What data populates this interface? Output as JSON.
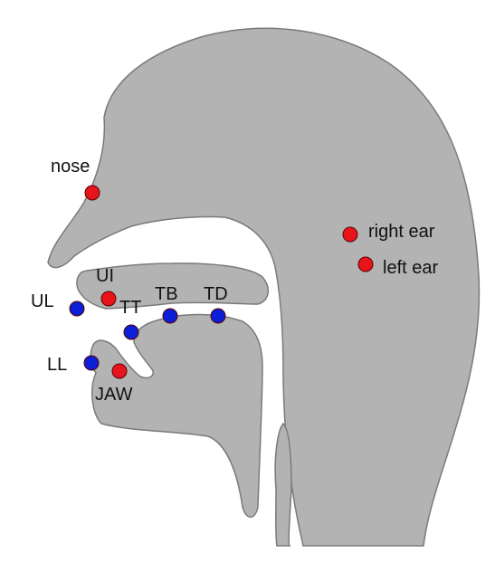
{
  "colors": {
    "tissue": "#b3b3b3",
    "outline": "#7a7a7a",
    "reference_sensor": "#e8141b",
    "articulator_sensor": "#0a1fd6",
    "sensor_stroke": "#5a0000",
    "background": "#ffffff"
  },
  "sensors": {
    "reference": [
      {
        "id": "nose",
        "label": "nose"
      },
      {
        "id": "ui",
        "label": "UI"
      },
      {
        "id": "jaw",
        "label": "JAW"
      },
      {
        "id": "right_ear",
        "label": "right ear"
      },
      {
        "id": "left_ear",
        "label": "left ear"
      }
    ],
    "articulator": [
      {
        "id": "ul",
        "label": "UL"
      },
      {
        "id": "ll",
        "label": "LL"
      },
      {
        "id": "tt",
        "label": "TT"
      },
      {
        "id": "tb",
        "label": "TB"
      },
      {
        "id": "td",
        "label": "TD"
      }
    ]
  }
}
